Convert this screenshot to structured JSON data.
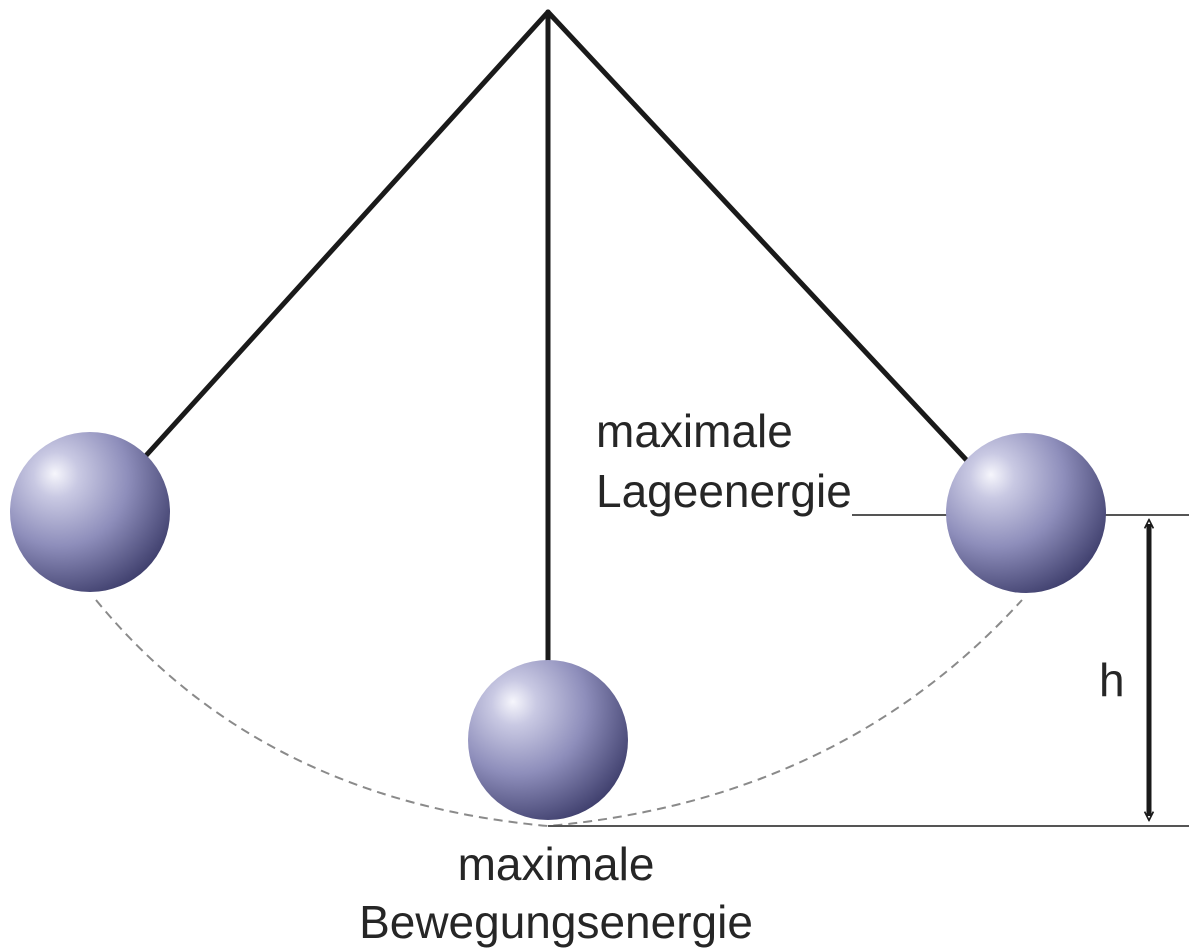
{
  "labels": {
    "top_line1": "maximale",
    "top_line2": "Lageenergie",
    "bottom_line1": "maximale",
    "bottom_line2": "Bewegungsenergie",
    "height": "h"
  },
  "colors": {
    "string": "#1a1a1a",
    "ball_highlight": "#f4f4fb",
    "ball_mid": "#9a9ac4",
    "ball_shadow": "#3f3f6e",
    "path": "#8a8a8a",
    "reference_line": "#555555",
    "arrow": "#1a1a1a",
    "text": "#262626"
  }
}
